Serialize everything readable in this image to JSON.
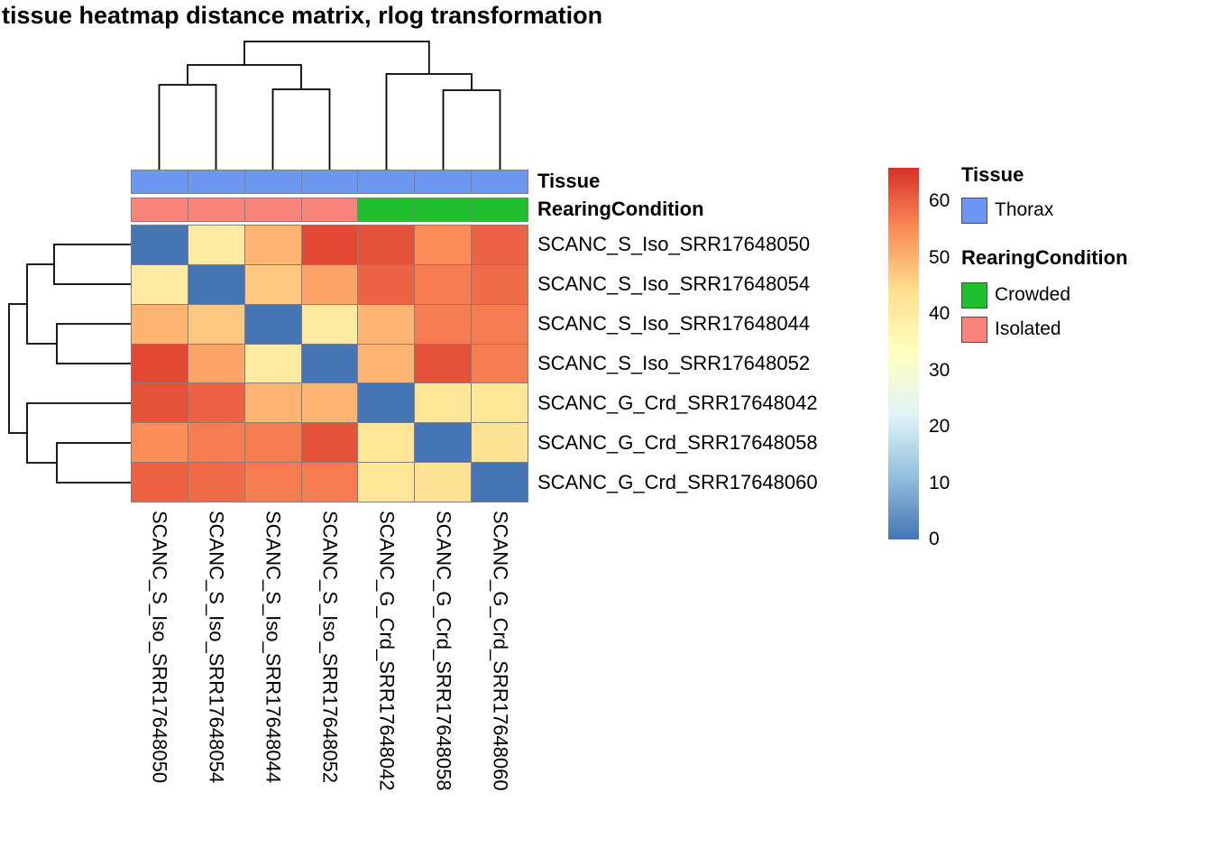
{
  "title": "tissue heatmap distance matrix, rlog transformation",
  "chart_data": {
    "type": "heatmap",
    "samples": [
      "SCANC_S_Iso_SRR17648050",
      "SCANC_S_Iso_SRR17648054",
      "SCANC_S_Iso_SRR17648044",
      "SCANC_S_Iso_SRR17648052",
      "SCANC_G_Crd_SRR17648042",
      "SCANC_G_Crd_SRR17648058",
      "SCANC_G_Crd_SRR17648060"
    ],
    "matrix": [
      [
        0,
        40,
        50,
        63,
        62,
        55,
        60
      ],
      [
        40,
        0,
        47,
        52,
        60,
        57,
        59
      ],
      [
        50,
        47,
        0,
        40,
        50,
        57,
        57
      ],
      [
        63,
        52,
        40,
        0,
        50,
        62,
        57
      ],
      [
        62,
        60,
        50,
        50,
        0,
        42,
        42
      ],
      [
        55,
        57,
        57,
        62,
        42,
        0,
        43
      ],
      [
        60,
        59,
        57,
        57,
        42,
        43,
        0
      ]
    ],
    "annotations": {
      "tissue": {
        "label": "Tissue",
        "values": [
          "Thorax",
          "Thorax",
          "Thorax",
          "Thorax",
          "Thorax",
          "Thorax",
          "Thorax"
        ],
        "colors": {
          "Thorax": "#6c96f0"
        }
      },
      "rearing": {
        "label": "RearingCondition",
        "values": [
          "Isolated",
          "Isolated",
          "Isolated",
          "Isolated",
          "Crowded",
          "Crowded",
          "Crowded"
        ],
        "colors": {
          "Crowded": "#1ec12d",
          "Isolated": "#f8847b"
        }
      }
    },
    "colorbar": {
      "domain": [
        0,
        66
      ],
      "ticks": [
        60,
        50,
        40,
        30,
        20,
        10,
        0
      ],
      "palette": [
        "#4575B4",
        "#91BFDB",
        "#E0F3F8",
        "#FFFFBF",
        "#FEE090",
        "#FC8D59",
        "#D73027"
      ]
    },
    "legend": {
      "tissue_title": "Tissue",
      "tissue_items": [
        {
          "label": "Thorax",
          "color": "#6c96f0"
        }
      ],
      "rearing_title": "RearingCondition",
      "rearing_items": [
        {
          "label": "Crowded",
          "color": "#1ec12d"
        },
        {
          "label": "Isolated",
          "color": "#f8847b"
        }
      ]
    }
  }
}
